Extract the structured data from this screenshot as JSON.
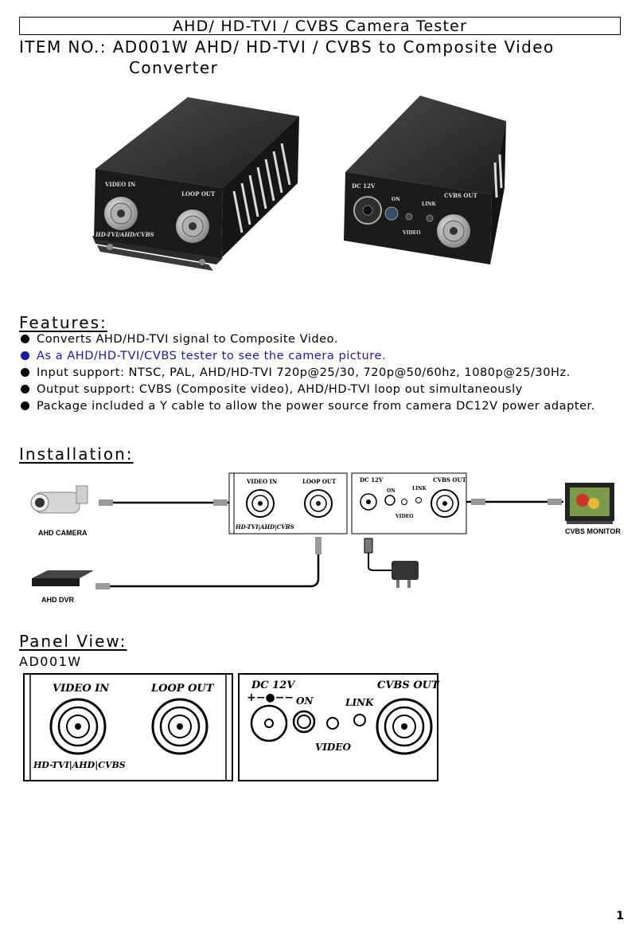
{
  "header": {
    "title": "AHD/ HD-TVI / CVBS Camera Tester",
    "item_line1": "ITEM NO.: AD001W   AHD/ HD-TVI / CVBS to Composite Video",
    "item_line2": "Converter"
  },
  "device_labels": {
    "video_in": "VIDEO IN",
    "loop_out": "LOOP OUT",
    "hd_tvi_ahd_cvbs": "HD-TVI/AHD/CVBS",
    "dc12v": "DC 12V",
    "on": "ON",
    "link": "LINK",
    "video": "VIDEO",
    "cvbs_out": "CVBS OUT"
  },
  "features": {
    "heading": "Features:",
    "items": [
      "Converts AHD/HD-TVI signal to Composite Video.",
      "As a AHD/HD-TVI/CVBS tester to see the camera picture.",
      "Input support: NTSC, PAL, AHD/HD-TVI 720p@25/30, 720p@50/60hz, 1080p@25/30Hz.",
      "Output support: CVBS (Composite video), AHD/HD-TVI loop out simultaneously",
      "Package included a Y cable to allow the power source from camera DC12V power adapter."
    ],
    "highlight_color": "#1a1aa6"
  },
  "installation": {
    "heading": "Installation:",
    "ahd_camera": "AHD CAMERA",
    "ahd_dvr": "AHD DVR",
    "cvbs_monitor": "CVBS MONITOR",
    "panel_video_in": "VIDEO IN",
    "panel_loop_out": "LOOP OUT",
    "panel_hd": "HD-TVI|AHD|CVBS",
    "panel_dc12v": "DC 12V",
    "panel_on": "ON",
    "panel_link": "LINK",
    "panel_cvbs_out": "CVBS OUT",
    "panel_video": "VIDEO"
  },
  "panel_view": {
    "heading": "Panel View:",
    "model": "AD001W",
    "video_in": "VIDEO IN",
    "loop_out": "LOOP OUT",
    "hd": "HD-TVI|AHD|CVBS",
    "dc12v": "DC 12V",
    "on": "ON",
    "link": "LINK",
    "cvbs_out": "CVBS OUT",
    "video": "VIDEO"
  },
  "footer": {
    "page_number": "1"
  }
}
